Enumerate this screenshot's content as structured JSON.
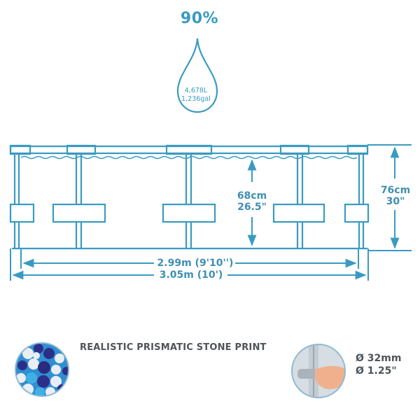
{
  "capacity": {
    "fill_percent": "90%",
    "volume_liters": "4,678L",
    "volume_gallons": "1,236gal"
  },
  "dimensions": {
    "water_depth_cm": "68cm",
    "water_depth_in": "26.5\"",
    "wall_height_cm": "76cm",
    "wall_height_in": "30\"",
    "inner_diameter": "2.99m (9'10'')",
    "outer_diameter": "3.05m (10')"
  },
  "features": {
    "liner_print": "REALISTIC PRISMATIC STONE PRINT",
    "pipe_diameter_mm": "Ø 32mm",
    "pipe_diameter_in": "Ø 1.25\""
  },
  "colors": {
    "diagram_blue": "#3a9bc1",
    "text_gray": "#4e545a"
  }
}
